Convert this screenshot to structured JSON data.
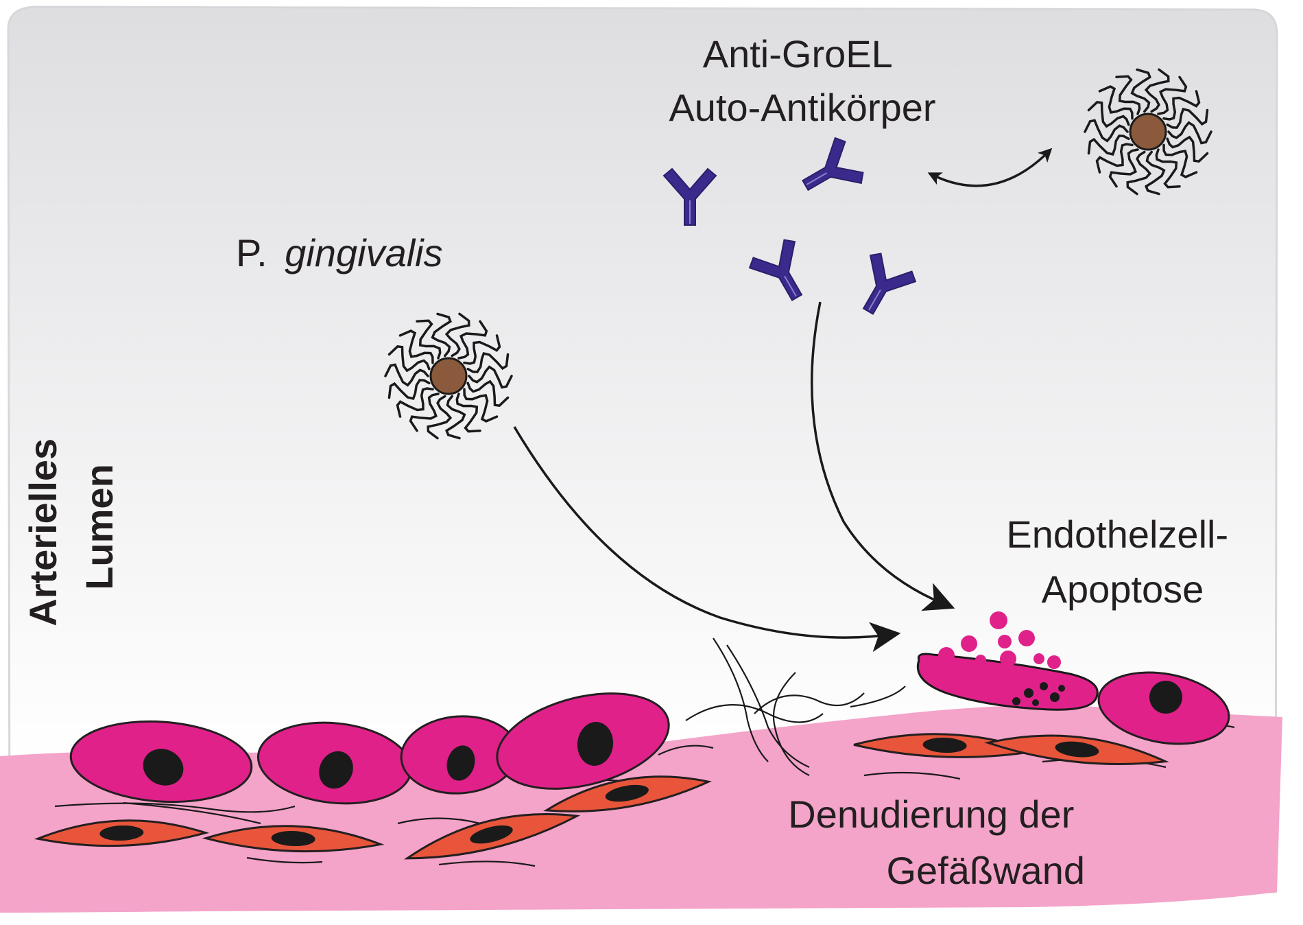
{
  "labels": {
    "lumen_line1": "Arterielles",
    "lumen_line2": "Lumen",
    "antibody_line1": "Anti-GroEL",
    "antibody_line2": "Auto-Antikörper",
    "bacterium_prefix": "P.",
    "bacterium_species": "gingivalis",
    "apoptosis_line1": "Endothelzell-",
    "apoptosis_line2": "Apoptose",
    "denudation_line1": "Denudierung der",
    "denudation_line2": "Gefäßwand"
  },
  "colors": {
    "lumen_top": "#dedde0",
    "lumen_bottom": "#ffffff",
    "vessel_wall": "#f4a3c9",
    "endothelial_cell": "#e0218a",
    "smooth_muscle_cell": "#e8553a",
    "nucleus": "#1a1a1a",
    "antibody": "#3b2a8c",
    "bacterium_core": "#8b5a3c",
    "outline": "#231f20"
  },
  "icons": {
    "bacterium": "bacterium-icon",
    "antibody": "antibody-icon",
    "arrow": "arrow-icon"
  }
}
